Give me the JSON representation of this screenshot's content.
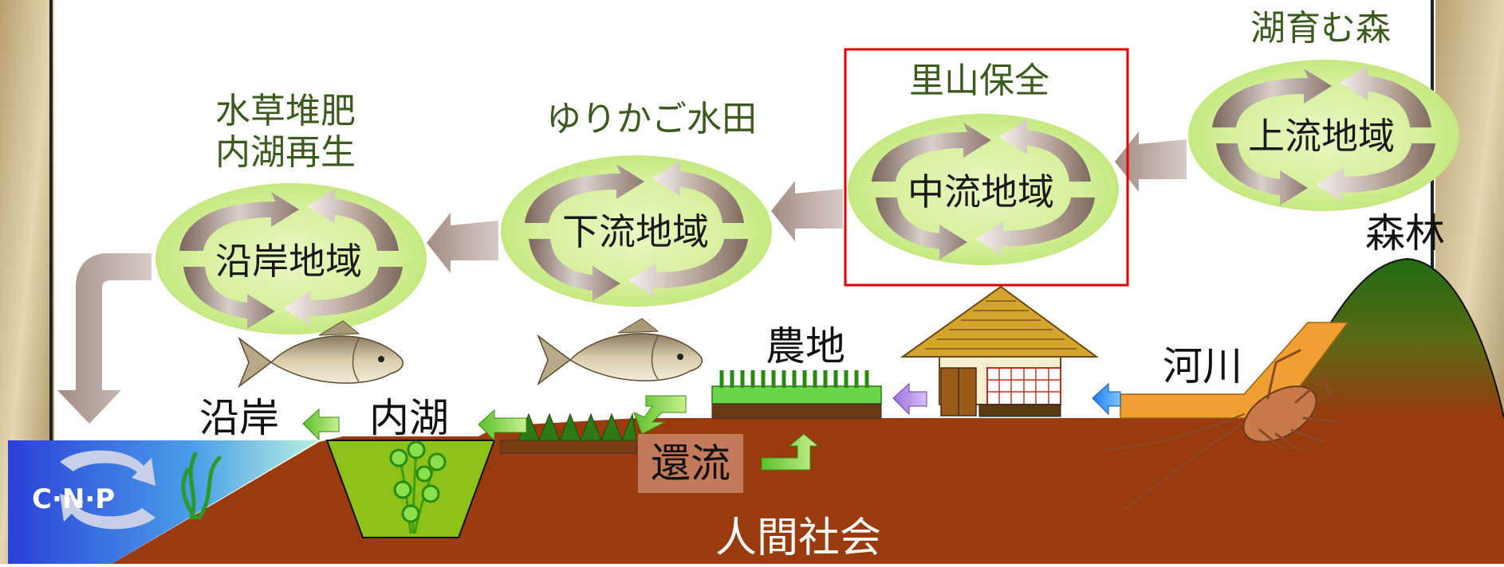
{
  "labels": {
    "coast_top_1": "水草堆肥",
    "coast_top_2": "内湖再生",
    "down_top": "ゆりかご水田",
    "mid_top": "里山保全",
    "up_top": "湖育む森",
    "cycle_coast": "沿岸地域",
    "cycle_down": "下流地域",
    "cycle_mid": "中流地域",
    "cycle_up": "上流地域",
    "forest": "森林",
    "farmland": "農地",
    "river": "河川",
    "coast": "沿岸",
    "inner_lake": "内湖",
    "return_flow": "還流",
    "society": "人間社会",
    "logo": "C·N·P"
  },
  "icons": [
    "cycle-icon",
    "fish-icon",
    "crayfish-icon",
    "house-icon",
    "aquatic-plant-icon",
    "seaweed-icon",
    "flow-arrow-icon"
  ],
  "colors": {
    "earth": "#9a3b0e",
    "cycle_fill": "#d6f09c",
    "arrow_brown": "#b9a399",
    "green_arrow": "#7cd63b",
    "red_frame": "#e00000",
    "water": "#3a7ce6"
  }
}
